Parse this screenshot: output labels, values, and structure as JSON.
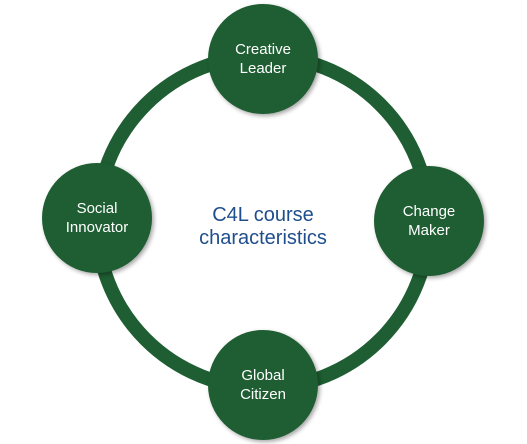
{
  "diagram": {
    "center_title": "C4L course\ncharacteristics",
    "nodes": [
      {
        "id": "top",
        "label": "Creative\nLeader"
      },
      {
        "id": "right",
        "label": "Change\nMaker"
      },
      {
        "id": "bottom",
        "label": "Global\nCitizen"
      },
      {
        "id": "left",
        "label": "Social\nInnovator"
      }
    ],
    "colors": {
      "ring": "#1e5e32",
      "node_fill": "#1e5e32",
      "node_text": "#ffffff",
      "center_text": "#1f4e8c"
    }
  }
}
